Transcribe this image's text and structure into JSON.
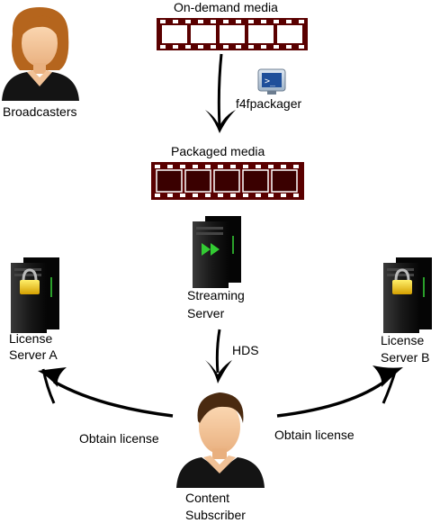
{
  "nodes": {
    "broadcasters": "Broadcasters",
    "on_demand_media": "On-demand media",
    "packager": "f4fpackager",
    "packaged_media": "Packaged media",
    "streaming_server": [
      "Streaming",
      "Server"
    ],
    "hds": "HDS",
    "license_server_a": [
      "License",
      "Server A"
    ],
    "license_server_b": [
      "License",
      "Server B"
    ],
    "obtain_license_left": "Obtain license",
    "obtain_license_right": "Obtain license",
    "content_subscriber": [
      "Content",
      "Subscriber"
    ]
  },
  "terminal_prompt": ">_",
  "colors": {
    "film": "#5a0000",
    "film_frame": "#ffffff",
    "server_body": "#1b1b1b",
    "server_accent": "#33cc33",
    "lock": "#e8c200",
    "skin": "#f6c69a",
    "hair_female": "#b5651d",
    "hair_male": "#4a2a10",
    "suit": "#141414",
    "arrow": "#000000"
  }
}
